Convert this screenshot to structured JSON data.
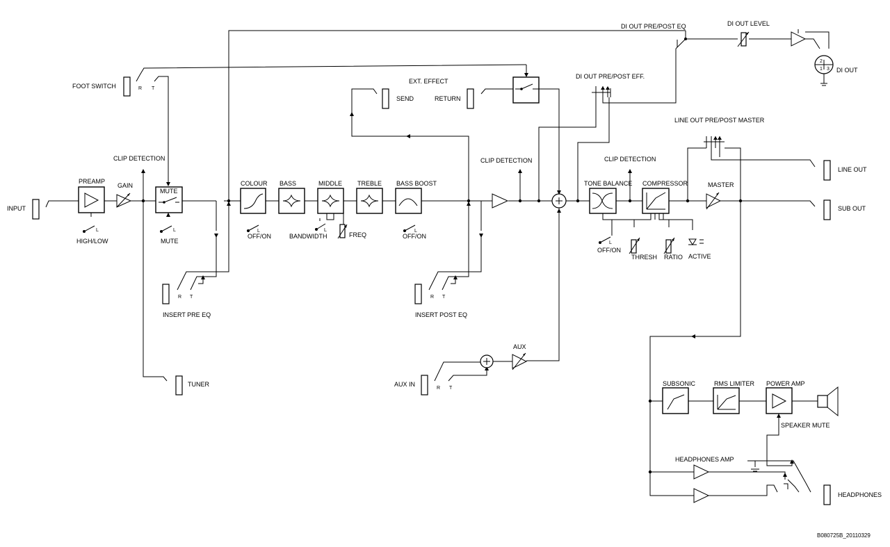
{
  "labels": {
    "input": "INPUT",
    "preamp": "PREAMP",
    "high_low": "HIGH/LOW",
    "gain": "GAIN",
    "clip_detection_1": "CLIP DETECTION",
    "mute_block": "MUTE",
    "mute_switch": "MUTE",
    "foot_switch": "FOOT SWITCH",
    "insert_pre_eq": "INSERT PRE EQ",
    "tuner": "TUNER",
    "colour": "COLOUR",
    "colour_off_on": "OFF/ON",
    "bass": "BASS",
    "middle": "MIDDLE",
    "bandwidth": "BANDWIDTH",
    "freq": "FREQ",
    "treble": "TREBLE",
    "bass_boost": "BASS BOOST",
    "bass_boost_off_on": "OFF/ON",
    "ext_effect": "EXT. EFFECT",
    "send": "SEND",
    "return": "RETURN",
    "insert_post_eq": "INSERT POST EQ",
    "clip_detection_2": "CLIP DETECTION",
    "aux_in": "AUX IN",
    "aux": "AUX",
    "di_out_pre_post_eq": "DI OUT PRE/POST EQ",
    "di_out_level": "DI OUT LEVEL",
    "di_out": "DI OUT",
    "di_out_pre_post_eff": "DI OUT PRE/POST EFF.",
    "tone_balance": "TONE BALANCE",
    "tone_off_on": "OFF/ON",
    "clip_detection_3": "CLIP DETECTION",
    "compressor": "COMPRESSOR",
    "thresh": "THRESH",
    "ratio": "RATIO",
    "active": "ACTIVE",
    "line_out_pre_post_master": "LINE OUT PRE/POST MASTER",
    "master": "MASTER",
    "line_out": "LINE OUT",
    "sub_out": "SUB OUT",
    "subsonic": "SUBSONIC",
    "rms_limiter": "RMS LIMITER",
    "power_amp": "POWER AMP",
    "speaker_mute": "SPEAKER MUTE",
    "headphones_amp": "HEADPHONES AMP",
    "headphones": "HEADPHONES",
    "ring": "R",
    "tip": "T",
    "low": "L",
    "xlr_pin2": "2",
    "xlr_pin1": "1",
    "xlr_pin3": "3",
    "drawing_number": "B080725B_20110329"
  }
}
